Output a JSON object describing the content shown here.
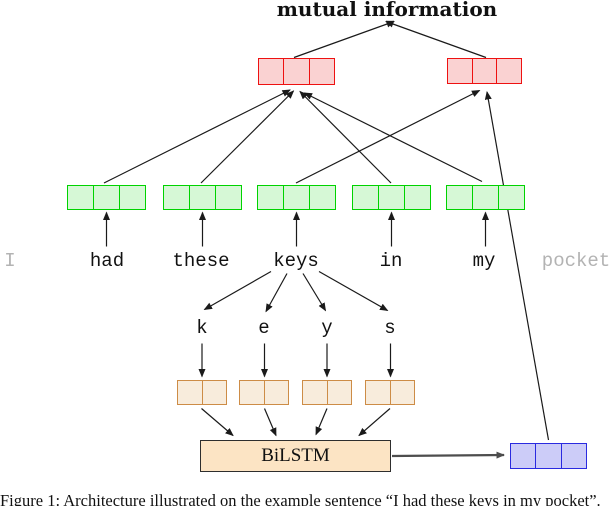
{
  "diagram": {
    "title": "mutual information",
    "bilstm_label": "BiLSTM",
    "caption": "Figure 1: Architecture illustrated on the example sentence “I had these keys in my pocket”.",
    "sentence": {
      "words": [
        {
          "text": "I",
          "muted": true
        },
        {
          "text": "had",
          "muted": false
        },
        {
          "text": "these",
          "muted": false
        },
        {
          "text": "keys",
          "muted": false
        },
        {
          "text": "in",
          "muted": false
        },
        {
          "text": "my",
          "muted": false
        },
        {
          "text": "pocket",
          "muted": true
        }
      ]
    },
    "characters": [
      "k",
      "e",
      "y",
      "s"
    ],
    "colors": {
      "context_embedding_fill": "#fad2d2",
      "context_embedding_border": "#ee1111",
      "word_embedding_fill": "#d6f8d6",
      "word_embedding_border": "#00d300",
      "char_embedding_fill": "#f8ecdc",
      "char_embedding_border": "#cd8c46",
      "bilstm_fill": "#fce4c4",
      "char_output_fill": "#ccccf8",
      "char_output_border": "#2a2ae0",
      "muted_text": "#b3b3b3",
      "arrow": "#1a1a1a"
    }
  }
}
